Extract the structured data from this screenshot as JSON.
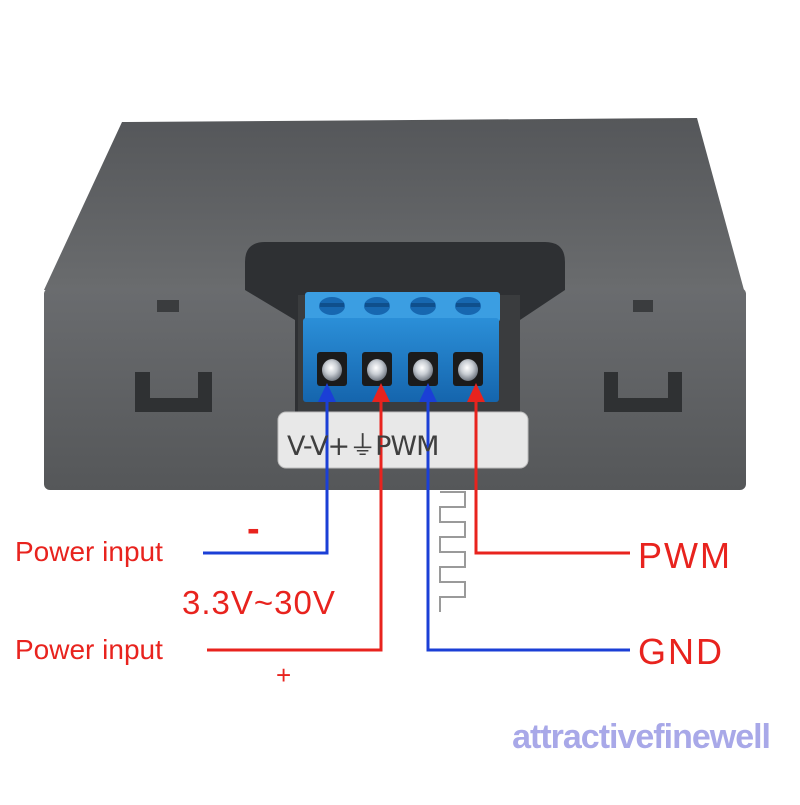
{
  "device": {
    "pin_label": "V-V+⏚PWM",
    "terminal_count": 4
  },
  "callouts": {
    "left_top": {
      "label": "Power input",
      "polarity": "-",
      "color": "#1b3fd6"
    },
    "voltage_range": "3.3V~30V",
    "left_bottom": {
      "label": "Power input",
      "polarity": "+",
      "color": "#e8231e"
    },
    "right_top": {
      "label": "PWM",
      "color": "#e8231e"
    },
    "right_bottom": {
      "label": "GND",
      "color": "#1b3fd6"
    }
  },
  "colors": {
    "case": "#5b5d5f",
    "terminal_block": "#1e7fc9",
    "label_text": "#e8231e",
    "blue_wire": "#1b3fd6",
    "red_wire": "#e8231e",
    "watermark": "#a8a8e8"
  },
  "watermark": "attractivefinewell"
}
